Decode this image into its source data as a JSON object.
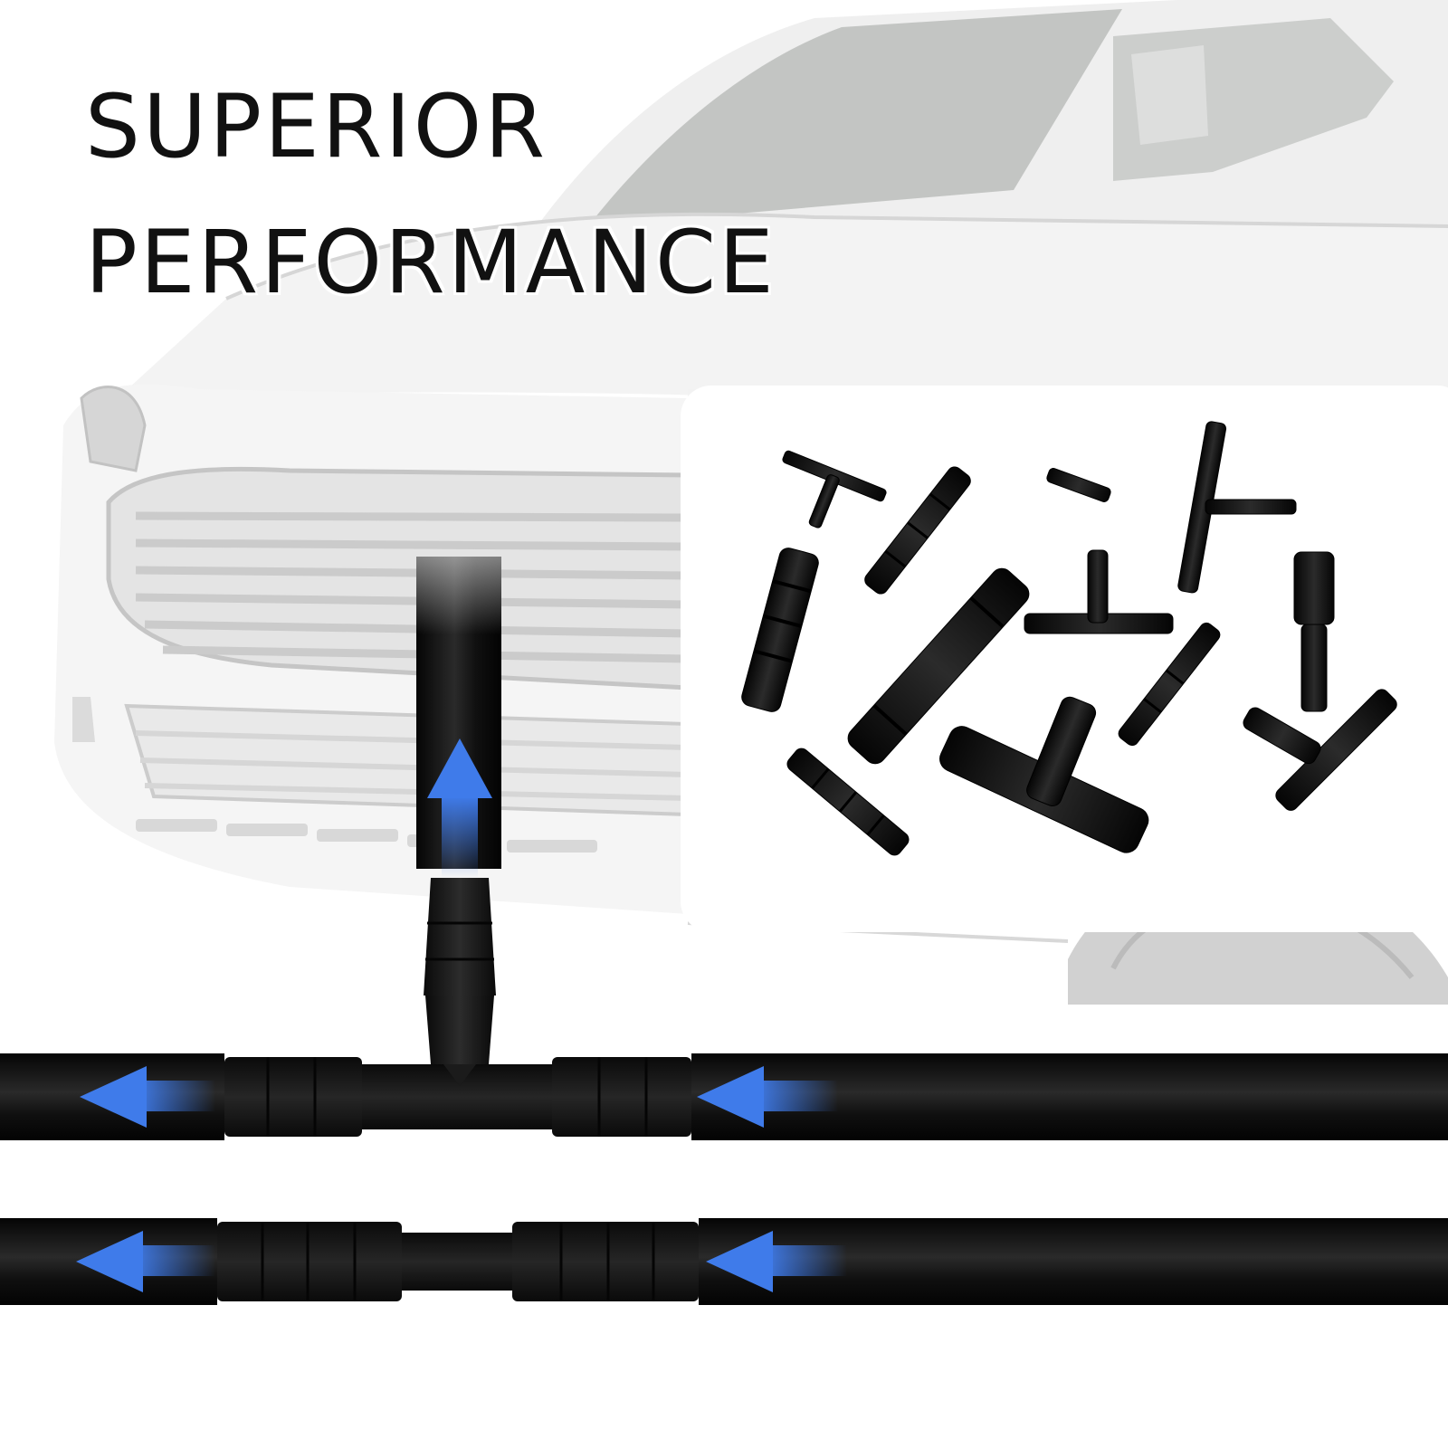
{
  "headline": {
    "line1": "SUPERIOR",
    "line2": "PERFORMANCE"
  },
  "colors": {
    "headline_text": "#111111",
    "panel_background": "#ffffff",
    "car_body": "#f2f2f2",
    "car_outline": "#c9c9c9",
    "windshield": "#b9bcb9",
    "hose": "#0e0e0e",
    "connector": "#1a1a1a",
    "flow_arrow": "#3f7bea"
  },
  "flow_arrows": [
    {
      "name": "up-arrow",
      "direction": "up"
    },
    {
      "name": "top-left-arrow",
      "direction": "left"
    },
    {
      "name": "top-right-arrow",
      "direction": "left"
    },
    {
      "name": "bottom-left-arrow",
      "direction": "left"
    },
    {
      "name": "bottom-right-arrow",
      "direction": "left"
    }
  ]
}
